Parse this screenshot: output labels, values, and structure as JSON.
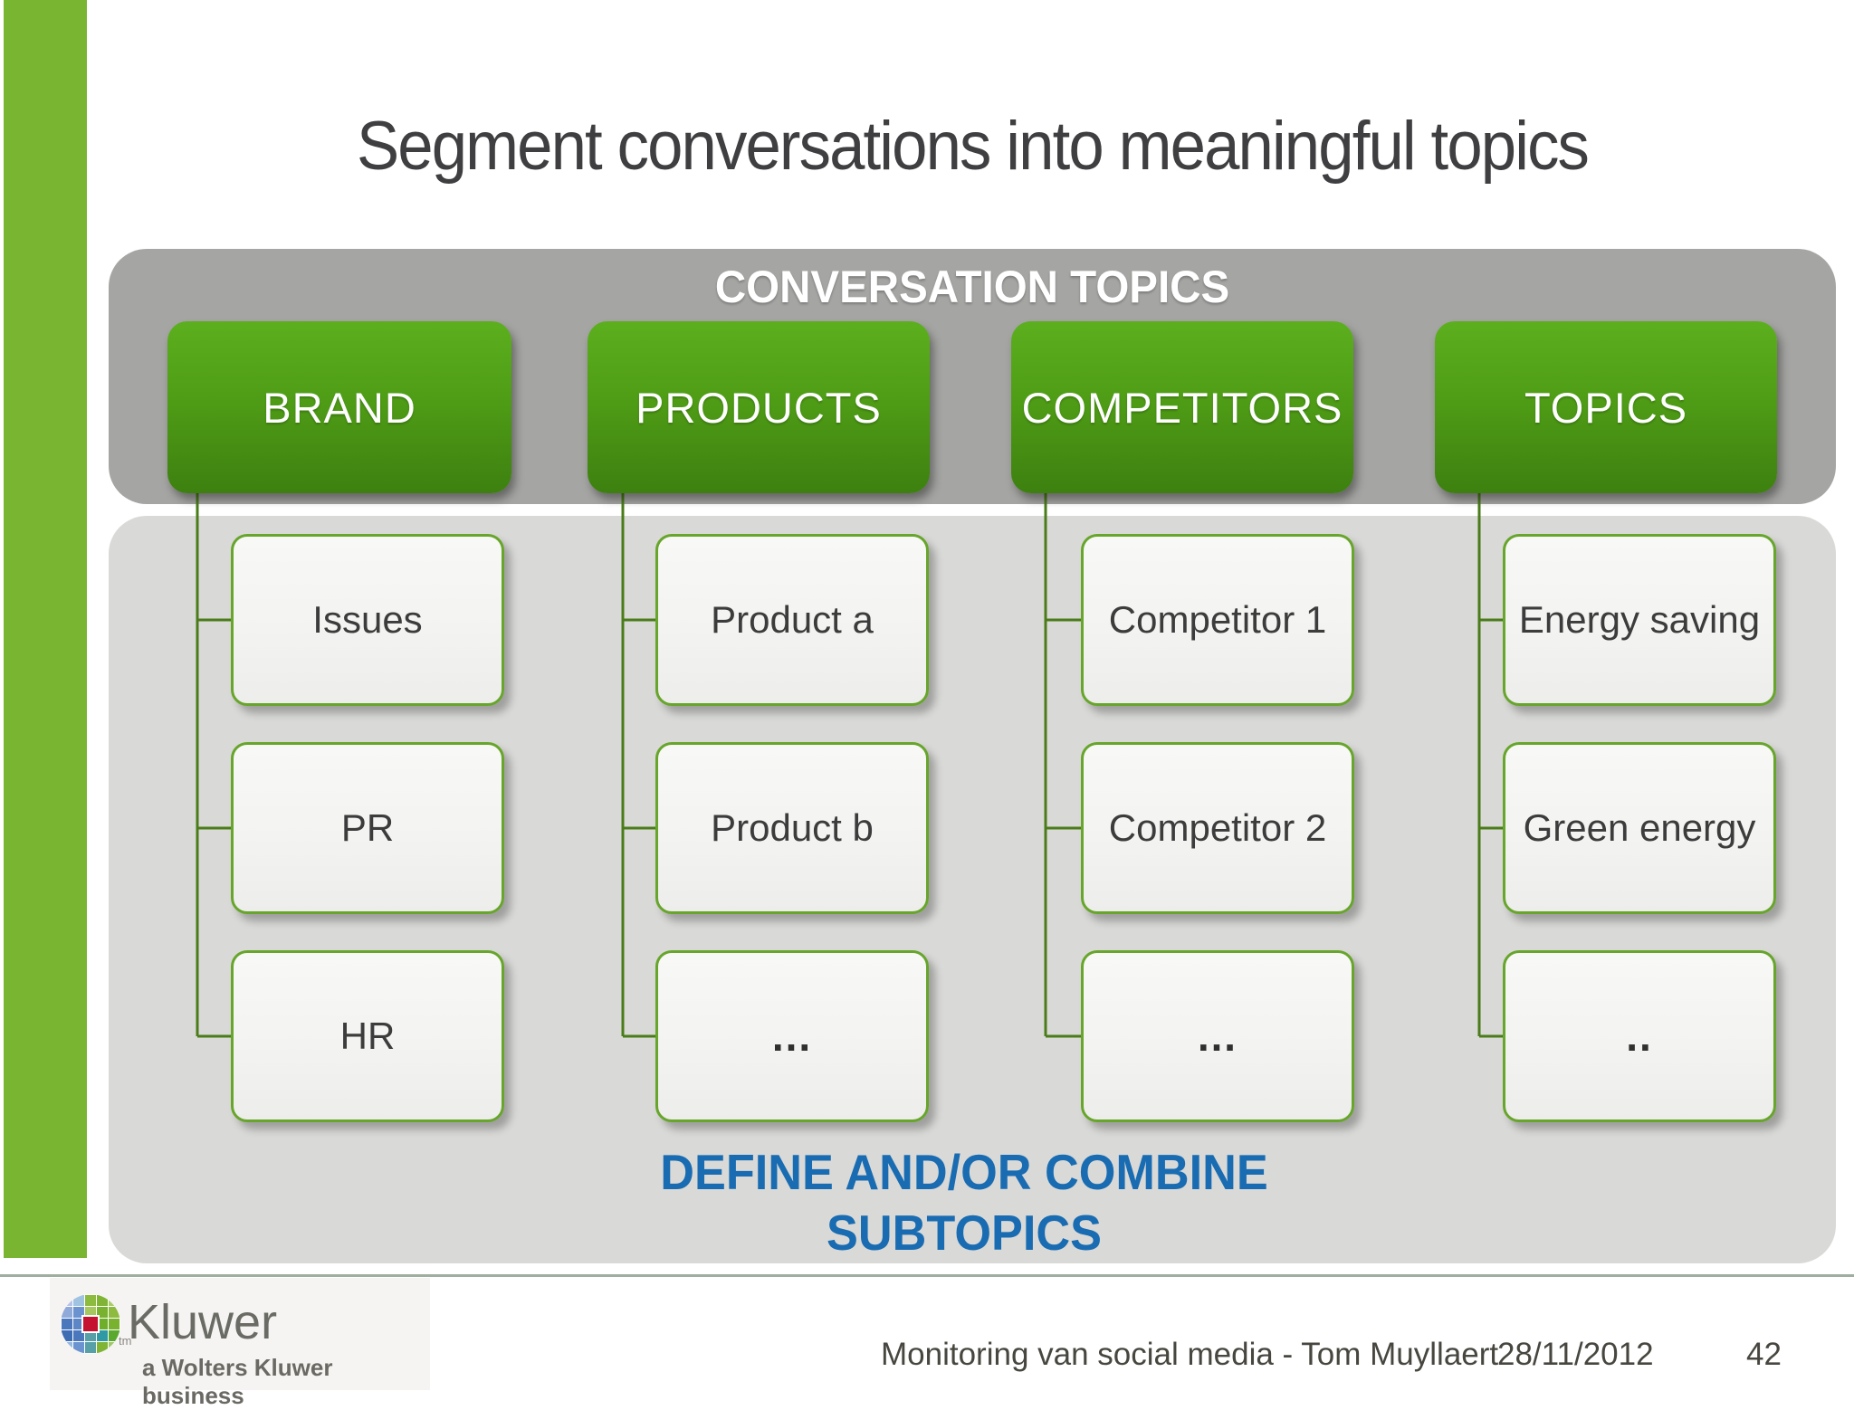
{
  "slide": {
    "title": "Segment conversations into meaningful topics",
    "header": "CONVERSATION TOPICS",
    "columns": [
      {
        "label": "BRAND",
        "items": [
          "Issues",
          "PR",
          "HR"
        ]
      },
      {
        "label": "PRODUCTS",
        "items": [
          "Product a",
          "Product b",
          "..."
        ]
      },
      {
        "label": "COMPETITORS",
        "items": [
          "Competitor 1",
          "Competitor 2",
          "…"
        ]
      },
      {
        "label": "TOPICS",
        "items": [
          "Energy saving",
          "Green energy",
          ".."
        ]
      }
    ],
    "callout_line1": "DEFINE AND/OR COMBINE",
    "callout_line2": "SUBTOPICS"
  },
  "footer": {
    "logo_tm": "tm",
    "logo_text": "Kluwer",
    "logo_tagline": "a Wolters Kluwer business",
    "presentation": "Monitoring van social media - Tom Muyllaert",
    "date": "28/11/2012",
    "page_number": "42"
  },
  "colors": {
    "accent_green": "#79b530",
    "button_green_top": "#5caf1e",
    "button_green_bottom": "#3d8010",
    "header_gray": "#a5a5a3",
    "panel_gray": "#d9d9d7",
    "box_border_green": "#67a52b",
    "connector_green": "#4a7c1a",
    "callout_blue": "#196cb1",
    "title_gray": "#3f3e40"
  }
}
